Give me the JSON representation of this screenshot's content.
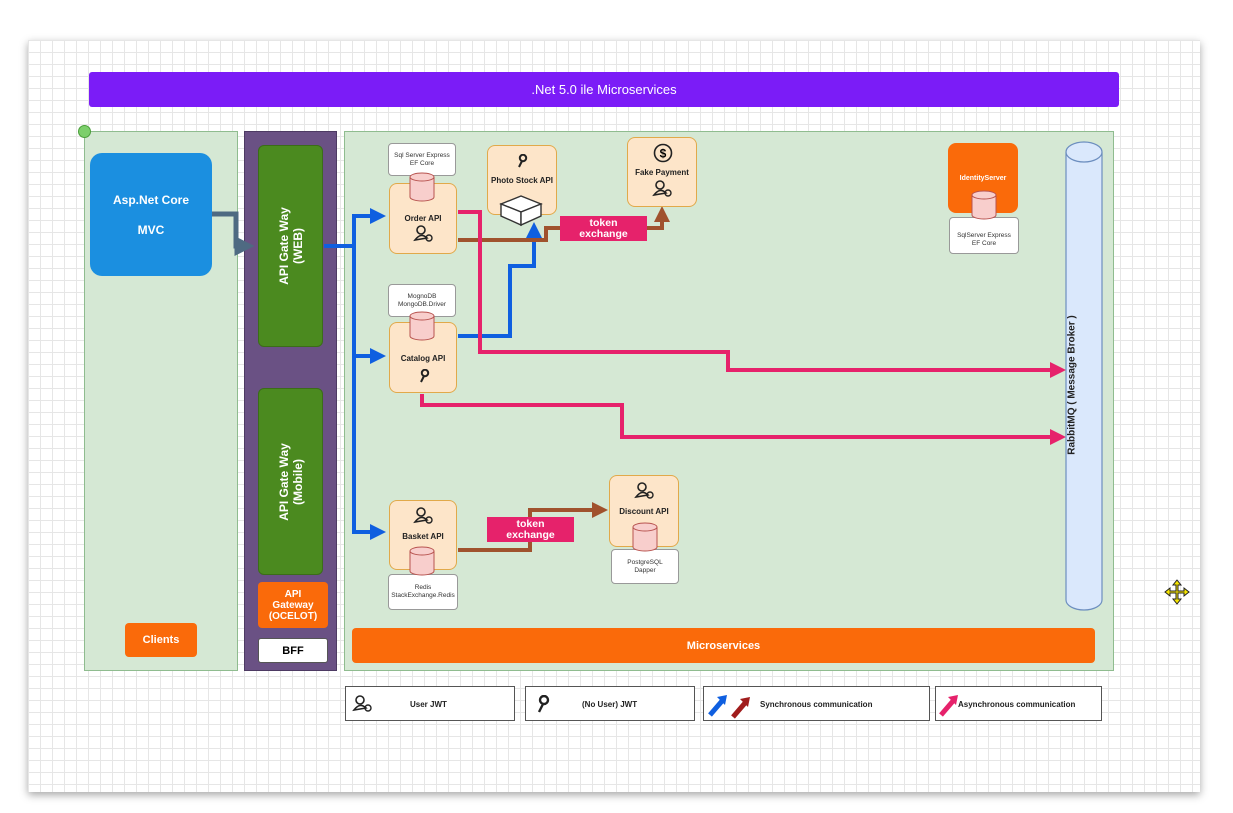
{
  "title": ".Net 5.0 ile Microservices",
  "clients": {
    "mvc_line1": "Asp.Net Core",
    "mvc_line2": "MVC",
    "label": "Clients"
  },
  "bff": {
    "gateway_web": "API Gate Way\n(WEB)",
    "gateway_mobile": "API Gate Way\n(Mobile)",
    "gateway_ocelot": "API\nGateway\n(OCELOT)",
    "label": "BFF"
  },
  "services": {
    "order": {
      "name": "Order API",
      "db_note_1": "Sql Server Express",
      "db_note_2": "EF Core"
    },
    "photo": {
      "name": "Photo Stock API"
    },
    "payment": {
      "name": "Fake Payment"
    },
    "catalog": {
      "name": "Catalog API",
      "db_note_1": "MognoDB",
      "db_note_2": "MongoDB.Driver"
    },
    "basket": {
      "name": "Basket API",
      "db_note_1": "Redis",
      "db_note_2": "StackExchange.Redis"
    },
    "discount": {
      "name": "Discount API",
      "db_note_1": "PostgreSQL",
      "db_note_2": "Dapper"
    },
    "identity": {
      "name": "IdentityServer",
      "db_note_1": "SqlServer Express",
      "db_note_2": "EF Core"
    }
  },
  "token_exchange_1": "token\nexchange",
  "token_exchange_2": "token\nexchange",
  "rabbitmq": "RabbitMQ ( Message Broker )",
  "microservices_label": "Microservices",
  "legend": {
    "user_jwt": "User  JWT",
    "no_user_jwt": "(No User) JWT",
    "sync": "Synchronous communication",
    "async": "Asynchronous communication"
  },
  "colors": {
    "title": "#7b1cf7",
    "sync_blue": "#0f5fe0",
    "sync_brown": "#a0522d",
    "async_pink": "#e6226b",
    "orange": "#fa6a0a",
    "green": "#4b8a1f"
  }
}
